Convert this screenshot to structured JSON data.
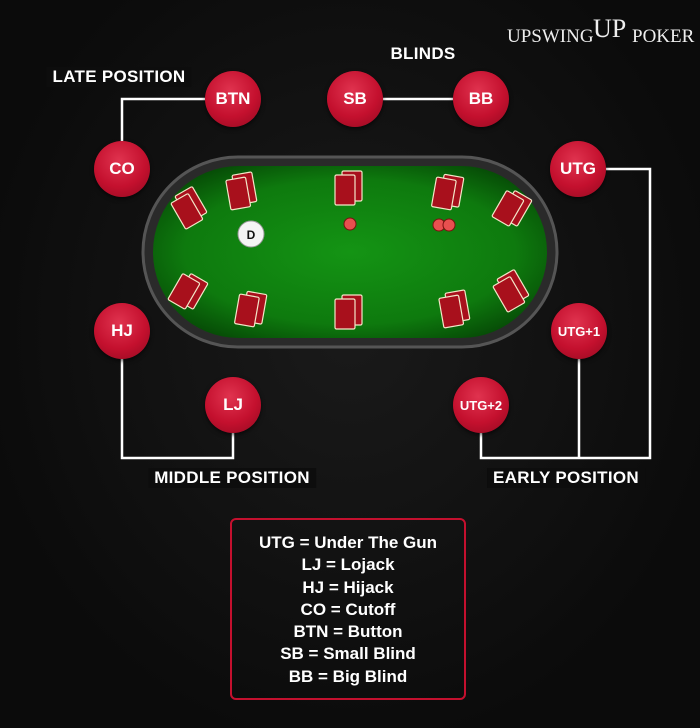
{
  "logo": {
    "left": "UPSWING",
    "right": "POKER",
    "mark": "UP"
  },
  "groups": {
    "late": "LATE POSITION",
    "blinds": "BLINDS",
    "middle": "MIDDLE POSITION",
    "early": "EARLY POSITION"
  },
  "seats": {
    "btn": "BTN",
    "sb": "SB",
    "bb": "BB",
    "co": "CO",
    "utg": "UTG",
    "hj": "HJ",
    "lj": "LJ",
    "utg1": "UTG+1",
    "utg2": "UTG+2"
  },
  "dealer_button": "D",
  "legend": [
    "UTG = Under The Gun",
    "LJ = Lojack",
    "HJ = Hijack",
    "CO = Cutoff",
    "BTN = Button",
    "SB = Small Blind",
    "BB = Big Blind"
  ],
  "colors": {
    "seat": "#c4102e",
    "felt": "#128a12",
    "card": "#a8101c",
    "line": "#ffffff"
  }
}
